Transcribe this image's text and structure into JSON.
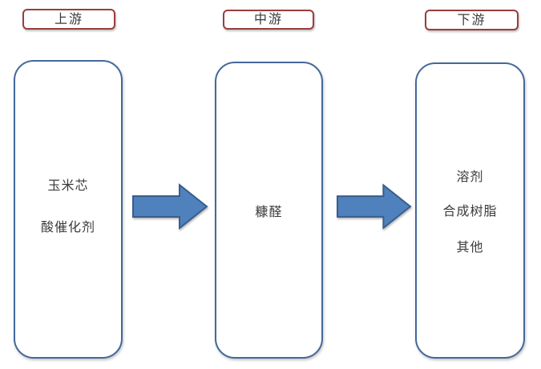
{
  "diagram_title": "furfural-industry-chain",
  "colors": {
    "header_border": "#9b3d3b",
    "box_border": "#44689b",
    "arrow_fill": "#4f81bd",
    "arrow_stroke": "#385d8a",
    "text_color": "#3b3b3b",
    "bg": "#ffffff"
  },
  "columns": [
    {
      "header": "上游",
      "lines": [
        "玉米芯",
        "酸催化剂"
      ]
    },
    {
      "header": "中游",
      "lines": [
        "糠醛"
      ]
    },
    {
      "header": "下游",
      "lines": [
        "溶剂",
        "合成树脂",
        "其他"
      ]
    }
  ],
  "arrows": [
    {
      "name": "upstream-to-midstream",
      "direction": "right"
    },
    {
      "name": "midstream-to-downstream",
      "direction": "right"
    }
  ]
}
